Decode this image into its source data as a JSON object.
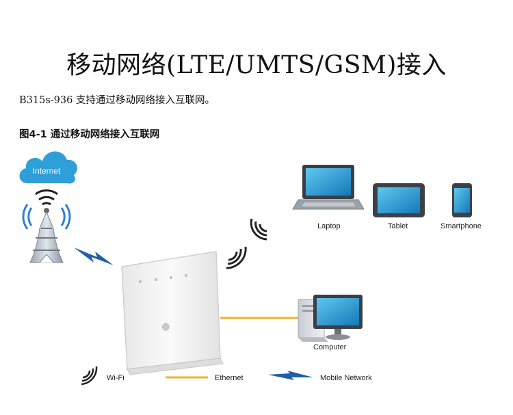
{
  "document": {
    "title": "移动网络(LTE/UMTS/GSM)接入",
    "intro": "B315s-936  支持通过移动网络接入互联网。",
    "figure_caption": "图4-1  通过移动网络接入互联网"
  },
  "diagram": {
    "cloud_label": "Internet",
    "devices": {
      "laptop": "Laptop",
      "tablet": "Tablet",
      "smartphone": "Smartphone",
      "computer": "Computer"
    },
    "legend": {
      "wifi": "Wi-Fi",
      "ethernet": "Ethernet",
      "mobile": "Mobile Network"
    }
  },
  "colors": {
    "cloud": "#2e9fd8",
    "ethernet": "#f0b428",
    "mobile": "#1f5fa8",
    "wifi": "#222222"
  }
}
